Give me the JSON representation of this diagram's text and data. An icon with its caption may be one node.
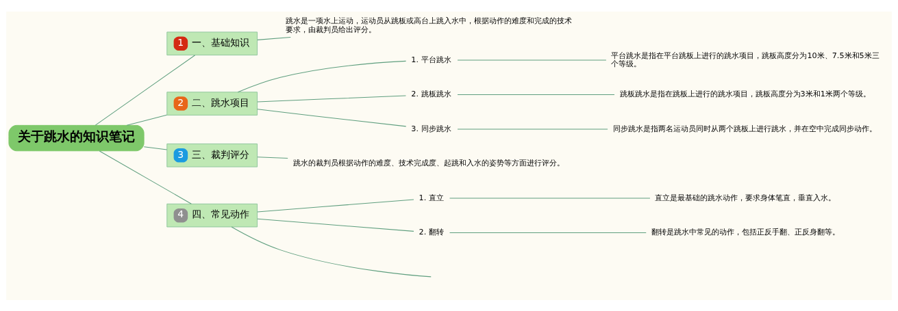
{
  "diagram": {
    "nodes": [
      {
        "text": [
          "关于跳水的知识笔记"
        ]
      },
      {
        "text": [
          "1",
          "一、基础知识"
        ]
      },
      {
        "text": [
          "跳水是一项水上运动，运动员从跳板或高台上跳入水中，根据动作的难度和完成的技术要求，由裁判员给出评分。"
        ]
      },
      {
        "text": [
          "2",
          "二、跳水项目"
        ]
      },
      {
        "text": [
          "1. 平台跳水"
        ]
      },
      {
        "text": [
          "平台跳水是指在平台跳板上进行的跳水项目，跳板高度分为10米、7.5米和5米三个等级。"
        ]
      },
      {
        "text": [
          "2. 跳板跳水"
        ]
      },
      {
        "text": [
          "跳板跳水是指在跳板上进行的跳水项目，跳板高度分为3米和1米两个等级。"
        ]
      },
      {
        "text": [
          "3. 同步跳水"
        ]
      },
      {
        "text": [
          "同步跳水是指两名运动员同时从两个跳板上进行跳水，并在空中完成同步动作。"
        ]
      },
      {
        "text": [
          "3",
          "三、裁判评分"
        ]
      },
      {
        "text": [
          "跳水的裁判员根据动作的难度、技术完成度、起跳和入水的姿势等方面进行评分。"
        ]
      },
      {
        "text": [
          "4",
          "四、常见动作"
        ]
      },
      {
        "text": [
          "1. 直立"
        ]
      },
      {
        "text": [
          "直立是最基础的跳水动作，要求身体笔直，垂直入水。"
        ]
      },
      {
        "text": [
          "2. 翻转"
        ]
      },
      {
        "text": [
          "翻转是跳水中常见的动作，包括正反手翻、正反身翻等。"
        ]
      }
    ],
    "edges": [
      {
        "from": 0,
        "to": 1,
        "arrow": "none"
      },
      {
        "from": 0,
        "to": 3,
        "arrow": "none"
      },
      {
        "from": 0,
        "to": 10,
        "arrow": "none"
      },
      {
        "from": 0,
        "to": 12,
        "arrow": "none"
      },
      {
        "from": 1,
        "to": 2,
        "arrow": "none"
      },
      {
        "from": 3,
        "to": 4,
        "arrow": "none"
      },
      {
        "from": 4,
        "to": 5,
        "arrow": "none"
      },
      {
        "from": 3,
        "to": 6,
        "arrow": "none"
      },
      {
        "from": 6,
        "to": 7,
        "arrow": "none"
      },
      {
        "from": 3,
        "to": 8,
        "arrow": "none"
      },
      {
        "from": 8,
        "to": 9,
        "arrow": "none"
      },
      {
        "from": 10,
        "to": 11,
        "arrow": "none"
      },
      {
        "from": 12,
        "to": 13,
        "arrow": "none"
      },
      {
        "from": 13,
        "to": 14,
        "arrow": "none"
      },
      {
        "from": 12,
        "to": 15,
        "arrow": "none"
      },
      {
        "from": 15,
        "to": 16,
        "arrow": "none"
      },
      {
        "from": 12,
        "to": null,
        "arrow": "none"
      }
    ]
  }
}
